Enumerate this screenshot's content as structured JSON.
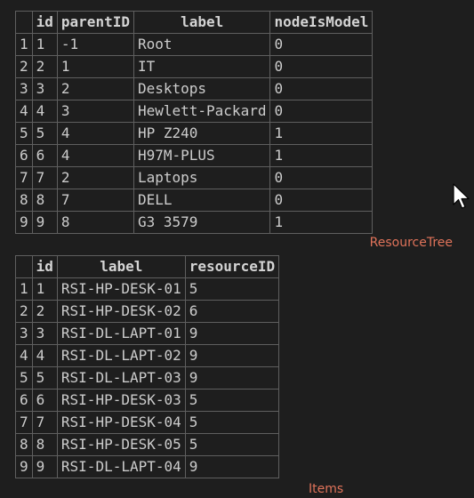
{
  "resource_tree": {
    "caption": "ResourceTree",
    "columns": [
      "",
      "id",
      "parentID",
      "label",
      "nodeIsModel"
    ],
    "rows": [
      [
        "1",
        "1",
        "-1",
        "Root",
        "0"
      ],
      [
        "2",
        "2",
        "1",
        "IT",
        "0"
      ],
      [
        "3",
        "3",
        "2",
        "Desktops",
        "0"
      ],
      [
        "4",
        "4",
        "3",
        "Hewlett-Packard",
        "0"
      ],
      [
        "5",
        "5",
        "4",
        "HP Z240",
        "1"
      ],
      [
        "6",
        "6",
        "4",
        "H97M-PLUS",
        "1"
      ],
      [
        "7",
        "7",
        "2",
        "Laptops",
        "0"
      ],
      [
        "8",
        "8",
        "7",
        "DELL",
        "0"
      ],
      [
        "9",
        "9",
        "8",
        "G3 3579",
        "1"
      ]
    ]
  },
  "items": {
    "caption": "Items",
    "columns": [
      "",
      "id",
      "label",
      "resourceID"
    ],
    "rows": [
      [
        "1",
        "1",
        "RSI-HP-DESK-01",
        "5"
      ],
      [
        "2",
        "2",
        "RSI-HP-DESK-02",
        "6"
      ],
      [
        "3",
        "3",
        "RSI-DL-LAPT-01",
        "9"
      ],
      [
        "4",
        "4",
        "RSI-DL-LAPT-02",
        "9"
      ],
      [
        "5",
        "5",
        "RSI-DL-LAPT-03",
        "9"
      ],
      [
        "6",
        "6",
        "RSI-HP-DESK-03",
        "5"
      ],
      [
        "7",
        "7",
        "RSI-HP-DESK-04",
        "5"
      ],
      [
        "8",
        "8",
        "RSI-HP-DESK-05",
        "5"
      ],
      [
        "9",
        "9",
        "RSI-DL-LAPT-04",
        "9"
      ]
    ]
  },
  "cursor_icon": "mouse-pointer-icon"
}
